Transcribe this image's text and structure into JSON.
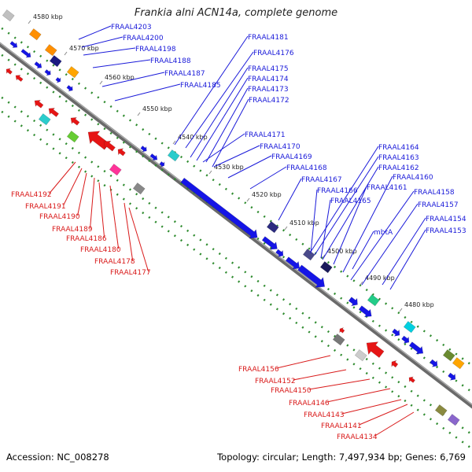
{
  "title": "Frankia alni ACN14a, complete genome",
  "footer": {
    "accession": "Accession: NC_008278",
    "summary": "Topology: circular; Length: 7,497,934 bp; Genes: 6,769"
  },
  "colors": {
    "backbone": "#6a6a6a",
    "dotted_track": "#2e8b2e",
    "forward_gene": "#1515e6",
    "reverse_gene": "#e61515",
    "forward_label": "#1a1ad9",
    "reverse_label": "#d91a1a"
  },
  "ticks": [
    "4580 kbp",
    "4570 kbp",
    "4560 kbp",
    "4550 kbp",
    "4540 kbp",
    "4530 kbp",
    "4520 kbp",
    "4510 kbp",
    "4500 kbp",
    "4490 kbp",
    "4480 kbp"
  ],
  "forward_genes": [
    "FRAAL4203",
    "FRAAL4200",
    "FRAAL4198",
    "FRAAL4188",
    "FRAAL4187",
    "FRAAL4185",
    "FRAAL4181",
    "FRAAL4176",
    "FRAAL4175",
    "FRAAL4174",
    "FRAAL4173",
    "FRAAL4172",
    "FRAAL4171",
    "FRAAL4170",
    "FRAAL4169",
    "FRAAL4168",
    "FRAAL4167",
    "FRAAL4166",
    "FRAAL4165",
    "FRAAL4164",
    "FRAAL4163",
    "FRAAL4162",
    "FRAAL4161",
    "FRAAL4160",
    "FRAAL4158",
    "FRAAL4157",
    "mbtA",
    "FRAAL4154",
    "FRAAL4153"
  ],
  "reverse_genes": [
    "FRAAL4192",
    "FRAAL4191",
    "FRAAL4190",
    "FRAAL4189",
    "FRAAL4186",
    "FRAAL4180",
    "FRAAL4178",
    "FRAAL4177",
    "FRAAL4156",
    "FRAAL4152",
    "FRAAL4150",
    "FRAAL4146",
    "FRAAL4143",
    "FRAAL4141",
    "FRAAL4134"
  ]
}
